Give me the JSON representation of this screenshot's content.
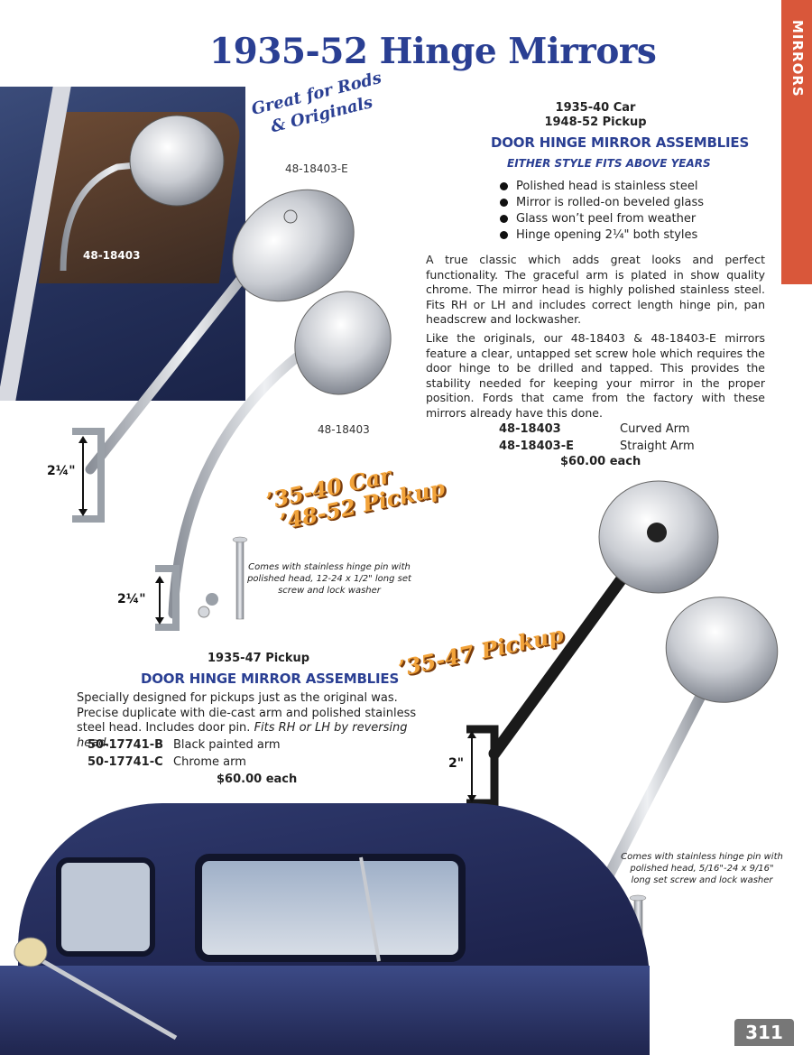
{
  "side_tab": {
    "label": "MIRRORS"
  },
  "page": {
    "title": "1935-52 Hinge Mirrors",
    "number": "311"
  },
  "promo": {
    "line1": "Great for Rods",
    "line2": "& Originals"
  },
  "photo_labels": {
    "straight_arm": "48-18403-E",
    "car_photo_badge": "48-18403",
    "curved_arm": "48-18403"
  },
  "section1": {
    "years_line1": "1935-40 Car",
    "years_line2": "1948-52 Pickup",
    "heading": "DOOR HINGE MIRROR ASSEMBLIES",
    "subheading": "EITHER STYLE FITS ABOVE YEARS",
    "bullets": [
      "Polished head is stainless steel",
      "Mirror is rolled-on beveled glass",
      "Glass won’t peel from weather",
      "Hinge opening 2¼\" both styles"
    ],
    "paragraph1": "A true classic which adds great looks and perfect functionality. The graceful arm is plated in show quality chrome. The mirror head is highly polished stainless steel. Fits RH or LH and includes correct length hinge pin, pan headscrew and lockwasher.",
    "paragraph2": "Like the originals, our 48-18403 & 48-18403-E mirrors feature a clear, untapped set screw hole which requires the door hinge to be drilled and tapped. This provides the stability needed for keeping your mirror in the proper position. Fords that came from the factory with these mirrors already have this done.",
    "parts": [
      {
        "pn": "48-18403",
        "desc": "Curved Arm"
      },
      {
        "pn": "48-18403-E",
        "desc": "Straight Arm"
      }
    ],
    "price": "$60.00 each"
  },
  "stickers": {
    "car_line1": "’35-40 Car",
    "car_line2": "’48-52 Pickup",
    "pickup": "’35-47 Pickup"
  },
  "dimensions": {
    "top_arm": "2¼\"",
    "curved_arm": "2¼\"",
    "black_arm": "2\"",
    "chrome_arm": "2\""
  },
  "captions": {
    "pin1": "Comes with stainless hinge pin with polished head, 12-24 x 1/2\" long set screw and lock washer",
    "pin2": "Comes with stainless hinge pin with polished head, 5/16\"-24 x 9/16\" long set screw and lock washer"
  },
  "section2": {
    "years": "1935-47 Pickup",
    "heading": "DOOR HINGE MIRROR ASSEMBLIES",
    "paragraph_main": "Specially designed for pickups just as the original was. Precise duplicate with die-cast arm and polished stainless steel head. Includes door pin. ",
    "paragraph_italic": "Fits RH or LH by reversing head.",
    "parts": [
      {
        "pn": "50-17741-B",
        "desc": "Black painted arm"
      },
      {
        "pn": "50-17741-C",
        "desc": "Chrome arm"
      }
    ],
    "price": "$60.00 each"
  }
}
